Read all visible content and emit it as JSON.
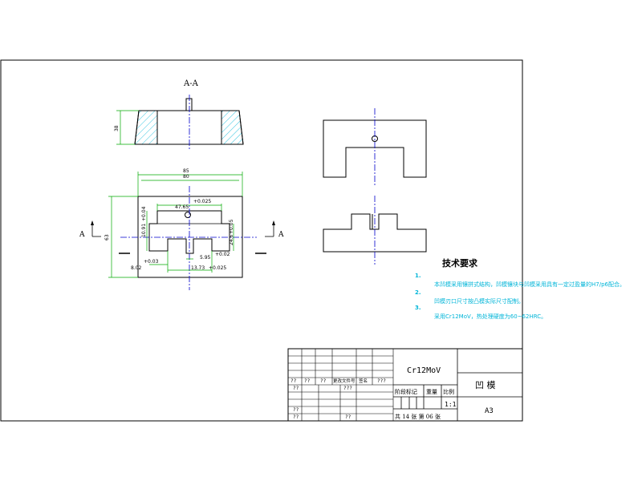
{
  "drawing": {
    "section_label": "A-A",
    "section_mark_left": "A",
    "section_mark_right": "A",
    "dimensions": {
      "top_view_height": "38",
      "overall_width_outer": "85",
      "overall_width_inner": "80",
      "overall_height": "63",
      "slot_width": "47.65",
      "slot_width_tol": "+0.025",
      "slot_depth_left": "10.91",
      "slot_depth_left_tol": "+0.04",
      "right_height": "24.6",
      "right_height_tol": "+0.05",
      "left_offset": "8.02",
      "left_offset_tol": "+0.03",
      "notch_width": "5.95",
      "notch_width_tol": "+0.02",
      "bottom_width": "13.73",
      "bottom_width_tol": "+0.025",
      "notch_small": "+0.02"
    }
  },
  "tech": {
    "title": "技术要求",
    "items": [
      {
        "num": "1.",
        "text": "本凹模采用镶拼式结构，凹模镶块与凹模采用具有一定过盈量的H7/p6配合。"
      },
      {
        "num": "2.",
        "text": "凹模刃口尺寸按凸模实际尺寸配制。"
      },
      {
        "num": "3.",
        "text": "采用Cr12MoV，热处理硬度为60~62HRC。"
      }
    ]
  },
  "title_block": {
    "material": "Cr12MoV",
    "part_name": "凹 模",
    "sheet_size": "A3",
    "scale": "1:1",
    "stage_label": "阶段标记",
    "weight_label": "重量",
    "scale_label": "比例",
    "sheet_info": "共 14 张  第 06 张",
    "rev_headers": [
      "??",
      "??",
      "??",
      "更改文件号",
      "签名",
      "???"
    ],
    "row_design": "??",
    "row_std": "???",
    "row_check": "??",
    "row_approve_a": "??",
    "row_approve_b": "??"
  }
}
